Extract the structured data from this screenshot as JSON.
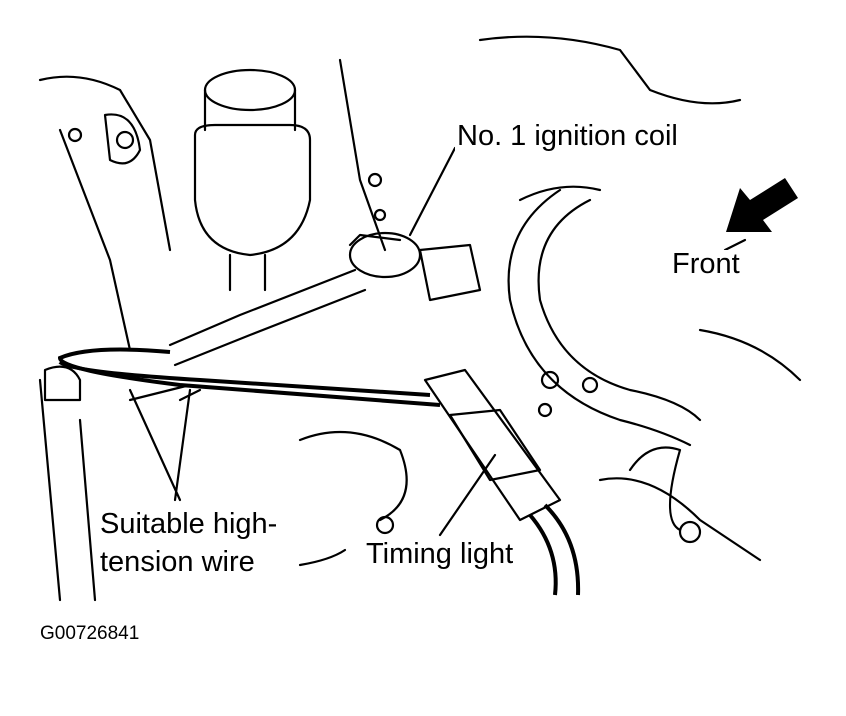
{
  "diagram": {
    "labels": {
      "ignition_coil": "No. 1 ignition coil",
      "front": "Front",
      "wire_line1": "Suitable high-",
      "wire_line2": "tension wire",
      "timing_light": "Timing light"
    },
    "figure_code": "G00726841"
  }
}
